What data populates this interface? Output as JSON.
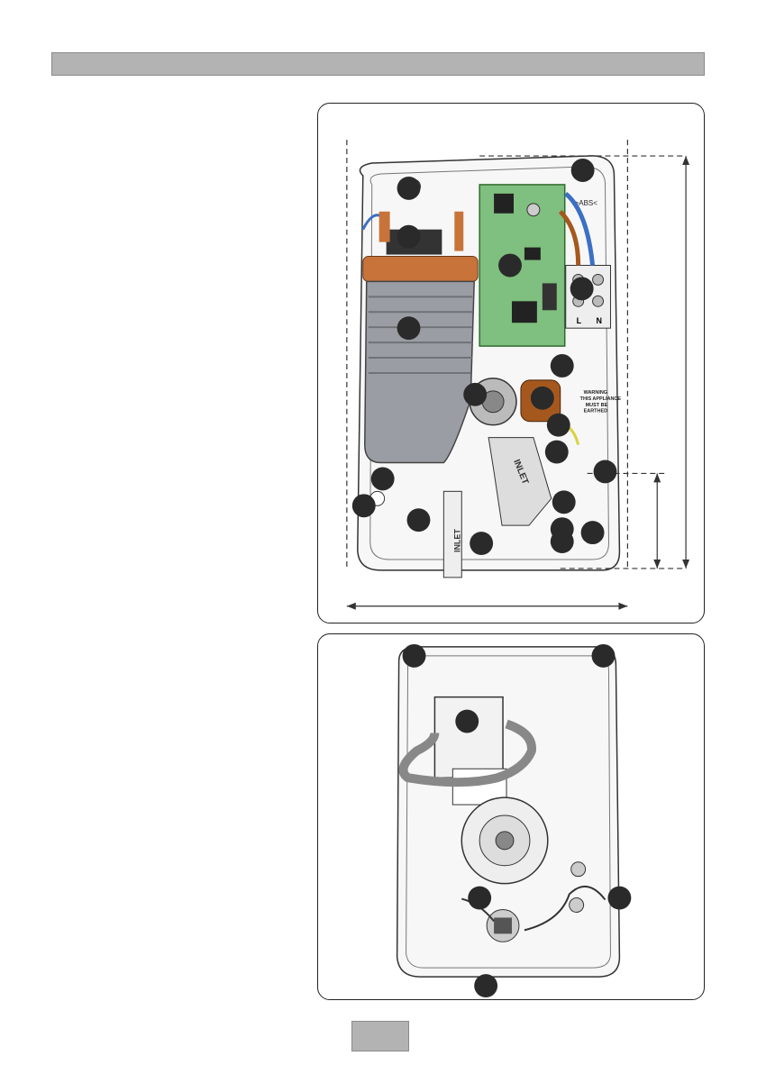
{
  "page": {
    "page_number": ""
  },
  "diagram_top": {
    "terminal_labels": {
      "live": "L",
      "neutral": "N"
    },
    "inlet_labels": [
      "INLET",
      "INLET"
    ],
    "warning_label": [
      "WARNING",
      "THIS APPLIANCE",
      "MUST BE",
      "EARTHED"
    ],
    "board_marking": ">ABS<"
  },
  "colors": {
    "header": "#b3b3b3",
    "callout": "#2a2a2a",
    "pcb": "#7fbf7f",
    "heater_tank": "#9a9da3",
    "copper": "#c8733a",
    "blue_wire": "#3b6fc4",
    "brown_wire": "#a5581e",
    "yellow_wire": "#d8d23c"
  }
}
